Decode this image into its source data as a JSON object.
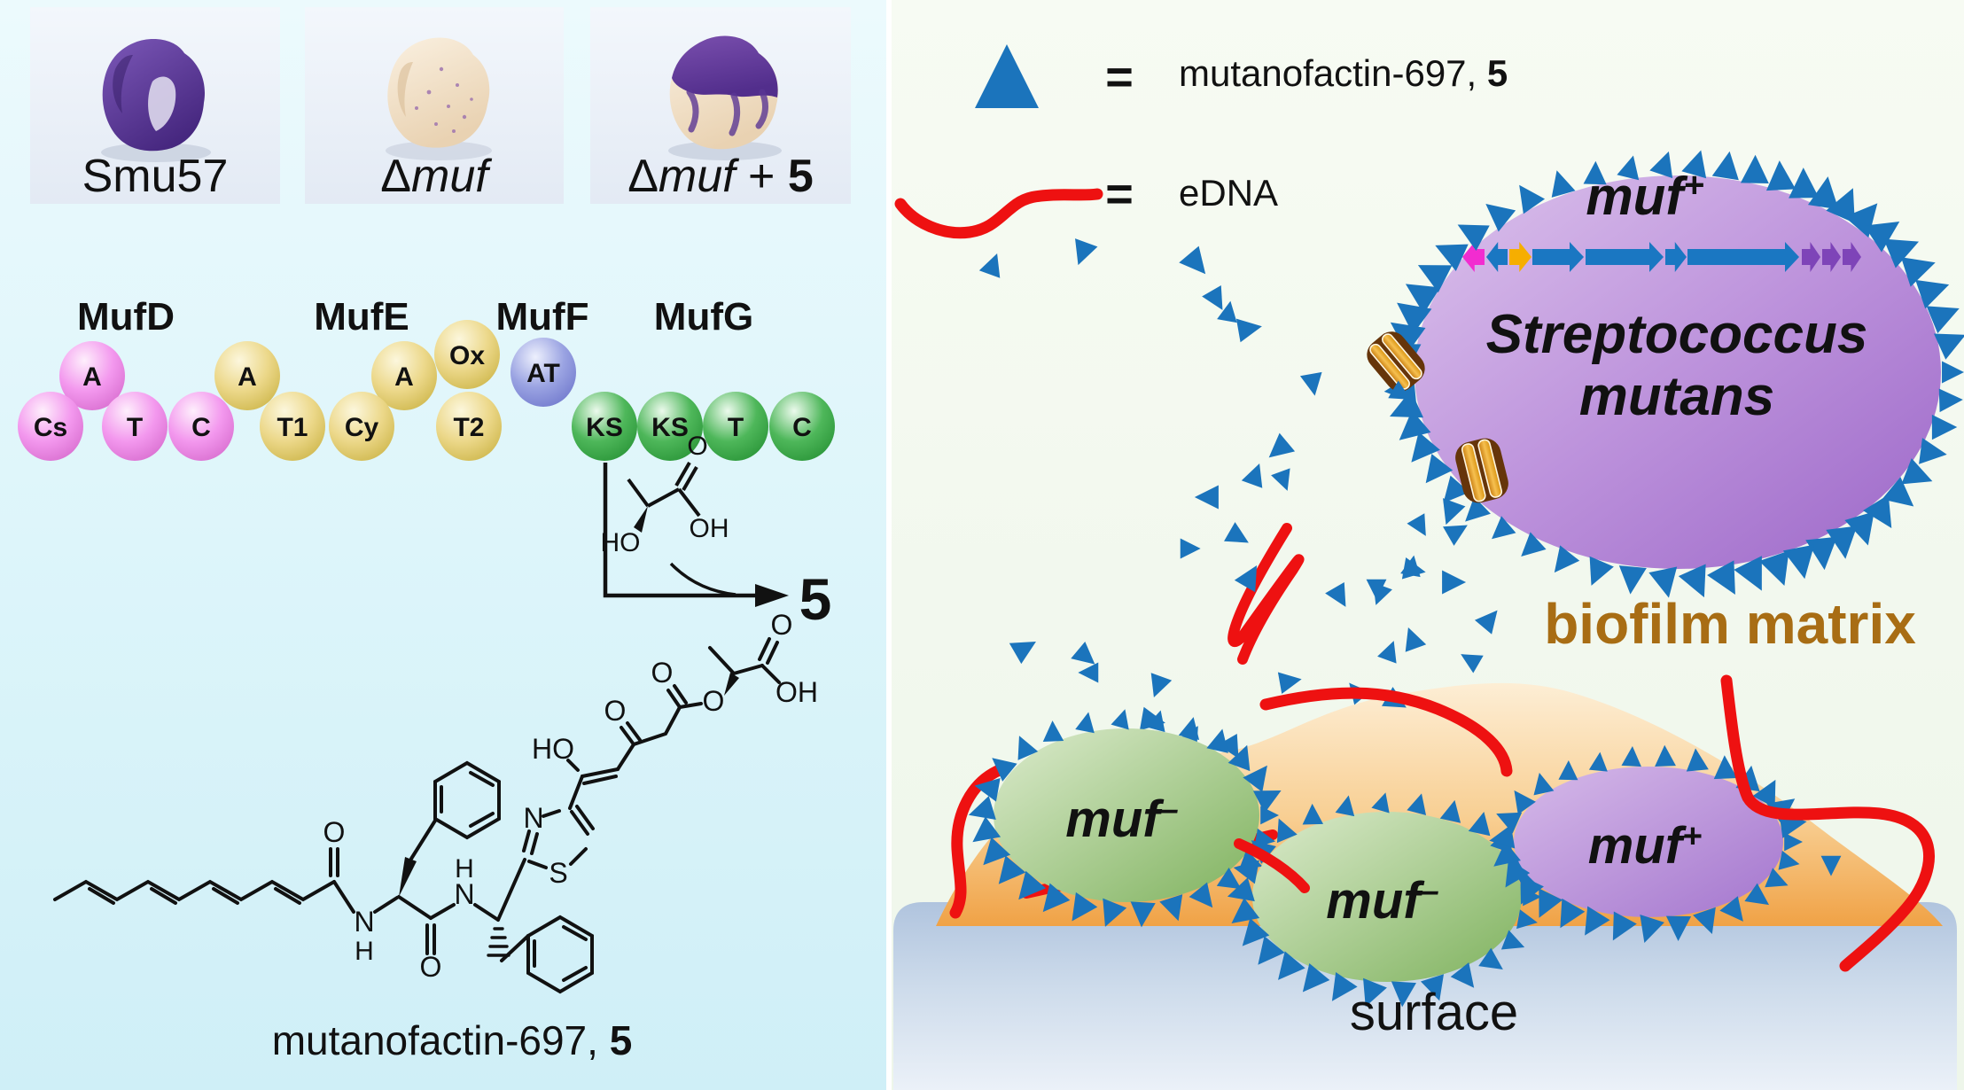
{
  "left_panel": {
    "photos": [
      {
        "label": "Smu57"
      },
      {
        "label_prefix": "Δ",
        "label_italic": "muf"
      },
      {
        "label_prefix": "Δ",
        "label_italic": "muf",
        "label_mid": " + ",
        "label_bold": "5"
      }
    ],
    "protein_names": [
      "MufD",
      "MufE",
      "MufF",
      "MufG"
    ],
    "domain_circles": [
      {
        "label": "Cs"
      },
      {
        "label": "A"
      },
      {
        "label": "T"
      },
      {
        "label": "C"
      },
      {
        "label": "A"
      },
      {
        "label": "T1"
      },
      {
        "label": "Cy"
      },
      {
        "label": "A"
      },
      {
        "label": "Ox"
      },
      {
        "label": "T2"
      },
      {
        "label": "AT"
      },
      {
        "label": "KS"
      },
      {
        "label": "KS"
      },
      {
        "label": "T"
      },
      {
        "label": "C"
      }
    ],
    "reaction_product": "5",
    "lactic_acid_labels": {
      "ho": "HO",
      "o": "O",
      "oh": "OH"
    },
    "molecule_labels": {
      "o_amide1": "O",
      "n_amide1": "N",
      "h_amide1": "H",
      "o_amide2": "O",
      "n_amide2": "N",
      "h_amide2": "H",
      "ho_enol": "HO",
      "n_thiazole": "N",
      "s_thiazole": "S",
      "o_ketone": "O",
      "o_ester_carbonyl": "O",
      "o_ester": "O",
      "o_acid": "O",
      "oh_acid": "OH"
    },
    "caption": {
      "name": "mutanofactin-697, ",
      "bold_number": "5"
    }
  },
  "right_panel": {
    "legend": {
      "equals1": "=",
      "equals2": "=",
      "triangle_label_name": "mutanofactin-697, ",
      "triangle_label_bold": "5",
      "squiggle_label": "eDNA"
    },
    "big_cell": {
      "gene_label": "muf",
      "gene_sup": "+",
      "species_line1": "Streptococcus",
      "species_line2": "mutans"
    },
    "biofilm_matrix_label": "biofilm matrix",
    "film_cells": [
      {
        "label": "muf",
        "sup": "–"
      },
      {
        "label": "muf",
        "sup": "–"
      },
      {
        "label": "muf",
        "sup": "+"
      }
    ],
    "surface_label": "surface",
    "colors": {
      "triangle_blue": "#1b74bc",
      "edna_red": "#ee1111",
      "biofilm_text_brown": "#a86d14",
      "gene_arrow_blue": "#1a77c2",
      "gene_arrow_magenta": "#f22cd0",
      "gene_arrow_orange": "#f6ae00",
      "gene_arrow_purple": "#7e44b8"
    }
  }
}
